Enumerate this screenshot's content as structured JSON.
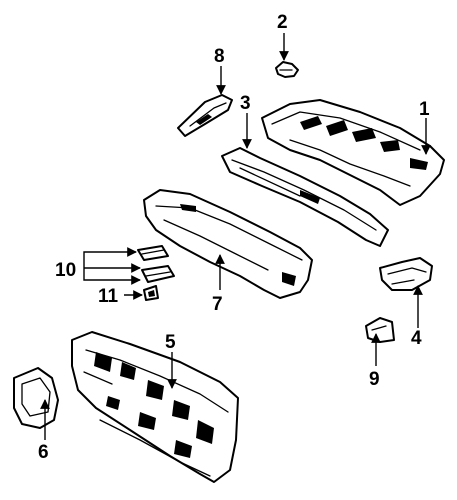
{
  "diagram": {
    "callouts": {
      "c1": "1",
      "c2": "2",
      "c3": "3",
      "c4": "4",
      "c5": "5",
      "c6": "6",
      "c7": "7",
      "c8": "8",
      "c9": "9",
      "c10": "10",
      "c11": "11"
    },
    "colors": {
      "ink": "#000000",
      "background": "#ffffff"
    }
  }
}
